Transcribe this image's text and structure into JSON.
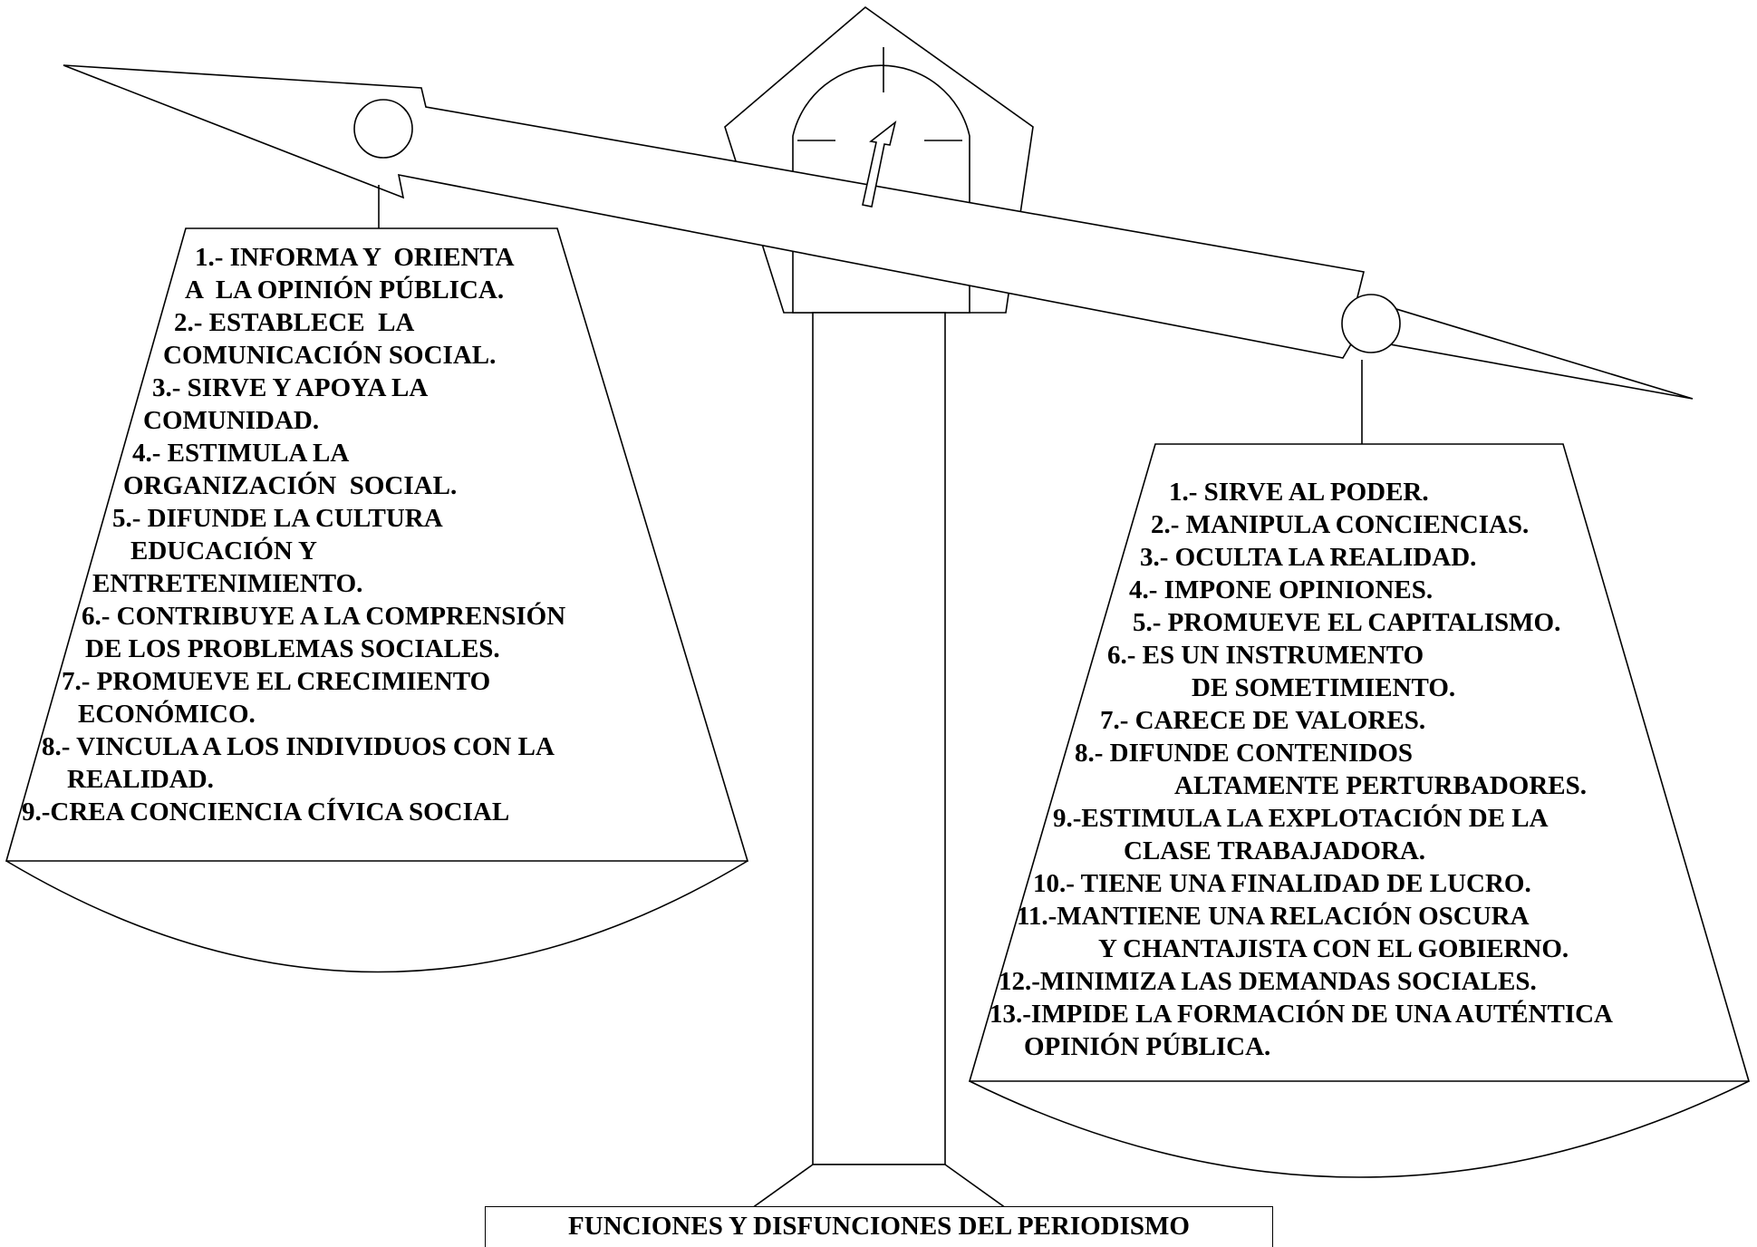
{
  "title": "FUNCIONES Y DISFUNCIONES DEL PERIODISMO",
  "funciones": [
    "1.- INFORMA Y  ORIENTA",
    "A  LA OPINIÓN PÚBLICA.",
    "2.- ESTABLECE  LA",
    "COMUNICACIÓN SOCIAL.",
    "3.- SIRVE Y APOYA LA",
    "COMUNIDAD.",
    "4.- ESTIMULA LA",
    "ORGANIZACIÓN  SOCIAL.",
    "5.- DIFUNDE LA CULTURA",
    "EDUCACIÓN Y",
    "ENTRETENIMIENTO.",
    "6.- CONTRIBUYE A LA COMPRENSIÓN",
    "DE LOS PROBLEMAS SOCIALES.",
    "7.- PROMUEVE EL CRECIMIENTO",
    "ECONÓMICO.",
    "8.- VINCULA A LOS INDIVIDUOS CON LA",
    "REALIDAD.",
    "9.-CREA CONCIENCIA CÍVICA SOCIAL"
  ],
  "disfunciones": [
    "1.- SIRVE AL PODER.",
    "2.- MANIPULA CONCIENCIAS.",
    "3.- OCULTA LA REALIDAD.",
    "4.- IMPONE OPINIONES.",
    "5.- PROMUEVE EL CAPITALISMO.",
    "6.- ES UN INSTRUMENTO",
    "DE SOMETIMIENTO.",
    "7.- CARECE DE VALORES.",
    "8.- DIFUNDE CONTENIDOS",
    "ALTAMENTE PERTURBADORES.",
    "9.-ESTIMULA LA EXPLOTACIÓN DE LA",
    "CLASE TRABAJADORA.",
    "10.- TIENE UNA FINALIDAD DE LUCRO.",
    "11.-MANTIENE UNA RELACIÓN OSCURA",
    "Y CHANTAJISTA CON EL GOBIERNO.",
    "12.-MINIMIZA LAS DEMANDAS SOCIALES.",
    "13.-IMPIDE LA FORMACIÓN DE UNA AUTÉNTICA",
    "OPINIÓN PÚBLICA."
  ]
}
